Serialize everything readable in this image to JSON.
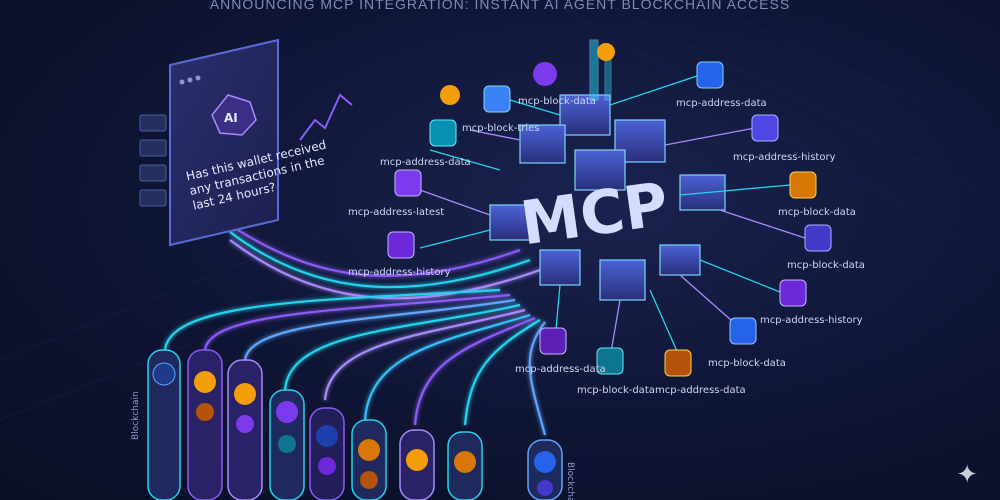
{
  "headline": "ANNOUNCING MCP INTEGRATION: INSTANT AI AGENT BLOCKCHAIN ACCESS",
  "ai_label": "AI",
  "question_lines": [
    "Has this wallet received",
    "any transactions in the",
    "last 24 hours?"
  ],
  "core_label": "MCP",
  "nodes": [
    "mcp-block-data",
    "mcp-address-data",
    "mcp-block-tries",
    "mcp-address-data",
    "mcp-address-latest",
    "mcp-address-history",
    "mcp-address-history",
    "mcp-block-data",
    "mcp-block-data",
    "mcp-address-history",
    "mcp-block-data",
    "mcp-address-data",
    "mcp-block-data",
    "mcp-address-data"
  ],
  "blockchain_label_left": "Blockchain",
  "blockchain_label_right": "Blockchain",
  "chain_icons": [
    "ethereum-icon",
    "bitcoin-icon",
    "bitcoin-icon",
    "polygon-icon",
    "ethereum-icon",
    "dogecoin-icon",
    "bnb-icon",
    "dogecoin-icon",
    "cardano-icon",
    "monero-icon"
  ],
  "colors": {
    "accent_purple": "#8b5cf6",
    "accent_cyan": "#22d3ee",
    "bitcoin": "#f59e0b"
  }
}
